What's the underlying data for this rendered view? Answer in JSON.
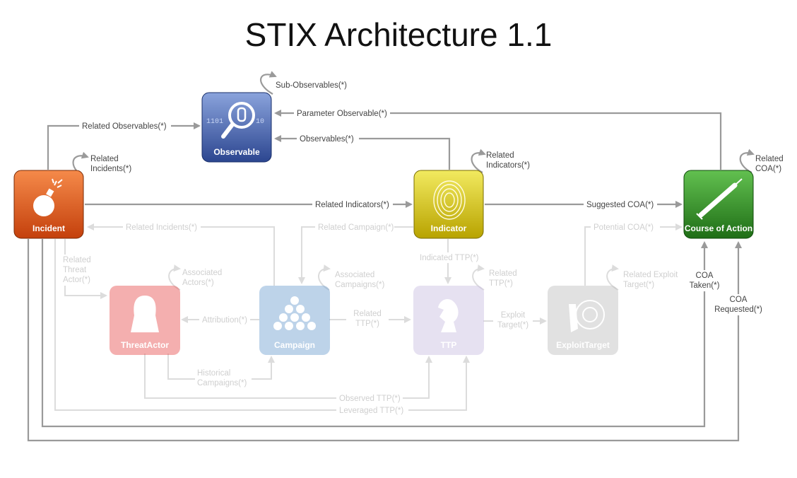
{
  "title": "STIX Architecture 1.1",
  "nodes": {
    "observable": "Observable",
    "incident": "Incident",
    "indicator": "Indicator",
    "course_of_action": "Course of Action",
    "threat_actor": "ThreatActor",
    "campaign": "Campaign",
    "ttp": "TTP",
    "exploit_target": "ExploitTarget"
  },
  "edges": {
    "sub_observables": "Sub-Observables(*)",
    "parameter_observable": "Parameter Observable(*)",
    "related_observables": "Related Observables(*)",
    "observables": "Observables(*)",
    "related_incidents_1": "Related",
    "related_incidents_2": "Incidents(*)",
    "related_indicators_self_1": "Related",
    "related_indicators_self_2": "Indicators(*)",
    "related_coa_1": "Related",
    "related_coa_2": "COA(*)",
    "related_indicators": "Related Indicators(*)",
    "suggested_coa": "Suggested COA(*)",
    "related_incidents_faded": "Related Incidents(*)",
    "related_campaign": "Related Campaign(*)",
    "potential_coa": "Potential COA(*)",
    "related_threat_actor_1": "Related",
    "related_threat_actor_2": "Threat",
    "related_threat_actor_3": "Actor(*)",
    "associated_actors_1": "Associated",
    "associated_actors_2": "Actors(*)",
    "associated_campaigns_1": "Associated",
    "associated_campaigns_2": "Campaigns(*)",
    "indicated_ttp": "Indicated TTP(*)",
    "related_ttp_self_1": "Related",
    "related_ttp_self_2": "TTP(*)",
    "related_exploit_target_1": "Related Exploit",
    "related_exploit_target_2": "Target(*)",
    "attribution": "Attribution(*)",
    "related_ttp_1": "Related",
    "related_ttp_2": "TTP(*)",
    "exploit_target_1": "Exploit",
    "exploit_target_2": "Target(*)",
    "historical_campaigns_1": "Historical",
    "historical_campaigns_2": "Campaigns(*)",
    "observed_ttp": "Observed TTP(*)",
    "leveraged_ttp": "Leveraged TTP(*)",
    "coa_taken_1": "COA",
    "coa_taken_2": "Taken(*)",
    "coa_requested_1": "COA",
    "coa_requested_2": "Requested(*)"
  },
  "colors": {
    "observable": "#3f5fae",
    "incident": "#e0561a",
    "indicator": "#d9c400",
    "course_of_action": "#2e8c23",
    "threat_actor": "#f4b2b2",
    "campaign": "#bcd3ea",
    "ttp": "#e3dcef",
    "exploit_target": "#dedede",
    "line": "#999999",
    "line_faded": "#dcdcdc"
  }
}
